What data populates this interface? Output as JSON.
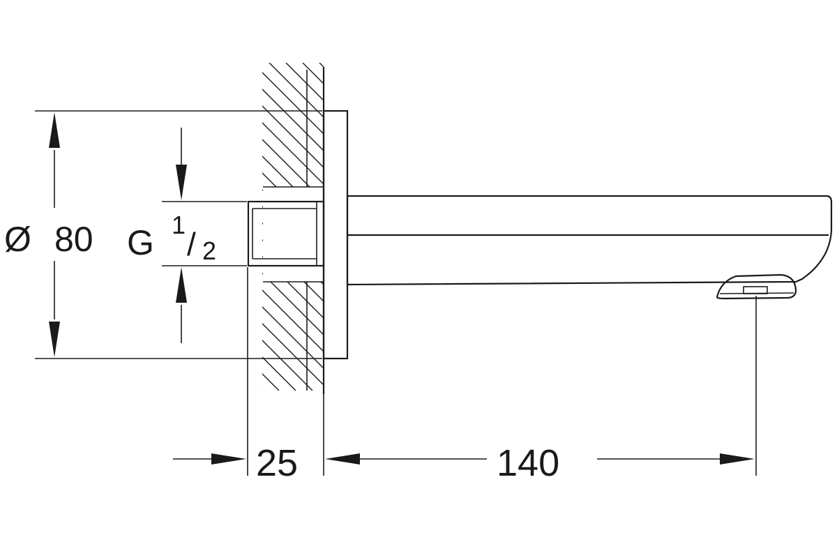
{
  "dimensions": {
    "diameter_symbol": "Ø",
    "diameter_value": "80",
    "thread_prefix": "G",
    "thread_numerator": "1",
    "thread_slash": "/",
    "thread_denominator": "2",
    "wall_depth": "25",
    "spout_length": "140"
  },
  "colors": {
    "ink": "#1a1a1a",
    "background": "#ffffff"
  }
}
